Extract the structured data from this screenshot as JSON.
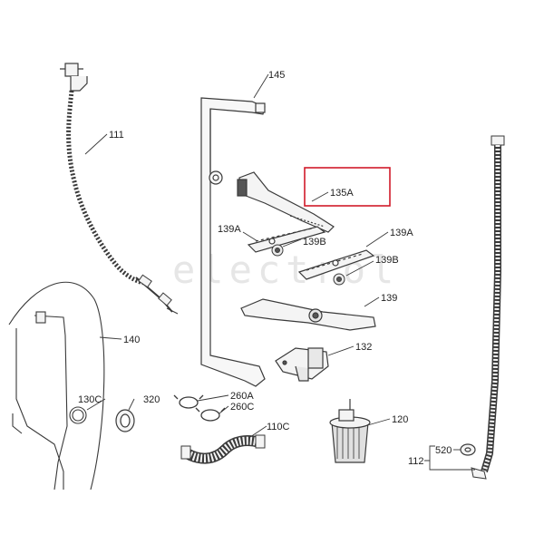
{
  "watermark": "electrol",
  "labels": {
    "p145": "145",
    "p111": "111",
    "p135A": "135A",
    "p139A_left": "139A",
    "p139B_left": "139B",
    "p139A_right": "139A",
    "p139B_right": "139B",
    "p139": "139",
    "p140": "140",
    "p130C": "130C",
    "p320": "320",
    "p260A": "260A",
    "p260C": "260C",
    "p132": "132",
    "p110C": "110C",
    "p120": "120",
    "p520": "520",
    "p112": "112"
  },
  "colors": {
    "line": "#3a3a3a",
    "highlight": "#d11a2a",
    "part_fill": "#f4f4f4",
    "dark_fill": "#555555"
  }
}
